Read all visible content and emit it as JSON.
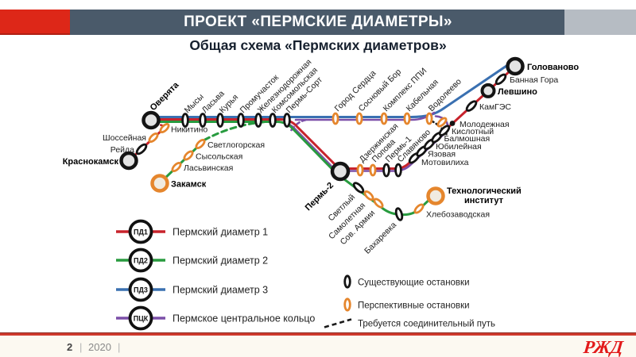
{
  "header": {
    "title": "ПРОЕКТ «ПЕРМСКИЕ ДИАМЕТРЫ»",
    "subtitle": "Общая схема «Пермских диаметров»"
  },
  "footer": {
    "page": "2",
    "sep": "|",
    "year": "2020",
    "brand": "РЖД"
  },
  "colors": {
    "d1": "#c8232c",
    "d2": "#289b3f",
    "d3": "#3a70b1",
    "ring": "#7b4fa8",
    "existing": "#141414",
    "perspective": "#e5862d",
    "connector": "#1a1a1a",
    "header_bar": "#4a5a6a",
    "header_red": "#dd2718",
    "footer_line": "#cf3a2c",
    "brand_red": "#e21a1a"
  },
  "stations": {
    "overyata": {
      "name": "Оверята"
    },
    "mysy": {
      "name": "Мысы"
    },
    "lasva": {
      "name": "Ласьва"
    },
    "kurya": {
      "name": "Курья"
    },
    "promuchastok": {
      "name": "Промучасток"
    },
    "zheleznodorozhnaya": {
      "name": "Железнодорожная"
    },
    "komsomolskaya": {
      "name": "Комсомольская"
    },
    "perm_sort": {
      "name": "Пермь-Сорт"
    },
    "gorod_serdtsa": {
      "name": "Город Сердца"
    },
    "sosnovy_bor": {
      "name": "Сосновый Бор"
    },
    "kompleks_ppi": {
      "name": "Комплекс ППИ"
    },
    "kabelnaya": {
      "name": "Кабельная"
    },
    "vodoleevo": {
      "name": "Водолеево"
    },
    "golovanovo": {
      "name": "Голованово"
    },
    "bannaya_gora": {
      "name": "Банная Гора"
    },
    "levshino": {
      "name": "Левшино"
    },
    "kamges": {
      "name": "КамГЭС"
    },
    "molodezhnaya": {
      "name": "Молодежная"
    },
    "kislotny": {
      "name": "Кислотный"
    },
    "balmoshnaya": {
      "name": "Балмошная"
    },
    "yubileynaya": {
      "name": "Юбилейная"
    },
    "yazovaya": {
      "name": "Язовая"
    },
    "motovilikha": {
      "name": "Мотовилиха"
    },
    "nikitino": {
      "name": "Никитино"
    },
    "shosseynaya": {
      "name": "Шоссейная"
    },
    "reyda": {
      "name": "Рейда"
    },
    "krasnokamsk": {
      "name": "Краснокамск"
    },
    "svetlogorskaya": {
      "name": "Светлогорская"
    },
    "sysolskaya": {
      "name": "Сысольская"
    },
    "lasvinskaya": {
      "name": "Ласьвинская"
    },
    "zakamsk": {
      "name": "Закамск"
    },
    "perm_2": {
      "name": "Пермь-2"
    },
    "dzerzhinskaya": {
      "name": "Дзержинская"
    },
    "popova": {
      "name": "Попова"
    },
    "perm_1": {
      "name": "Пермь-1"
    },
    "slavyanovo": {
      "name": "Славяново"
    },
    "svetly": {
      "name": "Светлый"
    },
    "samoletnaya": {
      "name": "Самолетная"
    },
    "sov_armii": {
      "name": "Сов. Армии"
    },
    "bakharevka": {
      "name": "Бахаревка"
    },
    "khlebozavodskaya": {
      "name": "Хлебозаводская"
    },
    "tekhnologichesky": {
      "name": "Технологический",
      "name2": "институт"
    }
  },
  "legend": {
    "lines": [
      {
        "badge": "ПД1",
        "label": "Пермский диаметр 1"
      },
      {
        "badge": "ПД2",
        "label": "Пермский диаметр 2"
      },
      {
        "badge": "ПД3",
        "label": "Пермский диаметр 3"
      },
      {
        "badge": "ПЦК",
        "label": "Пермское центральное кольцо"
      }
    ],
    "stops": [
      {
        "label": "Существующие остановки"
      },
      {
        "label": "Перспективные остановки"
      },
      {
        "label": "Требуется соединительный путь"
      }
    ]
  }
}
